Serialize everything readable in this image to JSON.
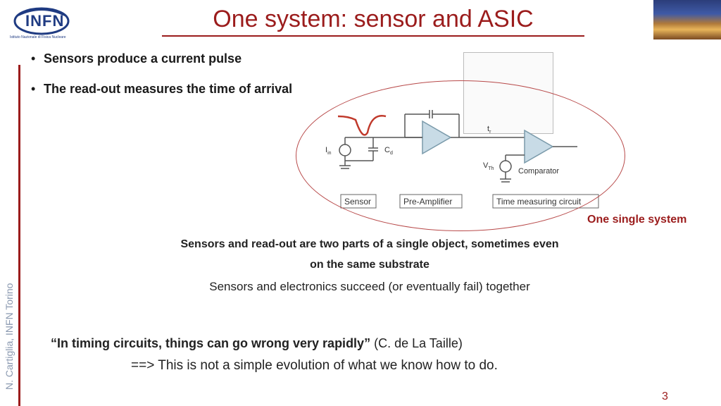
{
  "header": {
    "logo_text": "INFN",
    "logo_subtitle": "Istituto Nazionale di Fisica Nucleare",
    "title": "One system: sensor and ASIC"
  },
  "sidebar": {
    "author": "N. Cartiglia, INFN Torino"
  },
  "bullets": [
    "Sensors produce a current pulse",
    "The read-out measures the time of arrival"
  ],
  "diagram": {
    "labels": {
      "iin": "I",
      "iin_sub": "in",
      "cd": "C",
      "cd_sub": "d",
      "tr": "t",
      "tr_sub": "r",
      "vth": "V",
      "vth_sub": "Th",
      "comparator": "Comparator"
    },
    "boxes": [
      "Sensor",
      "Pre-Amplifier",
      "Time measuring circuit"
    ],
    "callout": "One single system"
  },
  "body": {
    "line1": "Sensors and read-out are two parts of a single object, sometimes even",
    "line2": "on the same substrate",
    "line3": "Sensors and electronics succeed (or eventually fail) together",
    "quote": "“In timing circuits, things can go wrong very rapidly”",
    "quote_author": "(C. de La Taille)",
    "conclusion": "==> This is not a simple evolution of what we know how to do."
  },
  "footer": {
    "page": "3"
  },
  "colors": {
    "accent": "#9b1c1c",
    "ellipse": "#b84a4a"
  }
}
